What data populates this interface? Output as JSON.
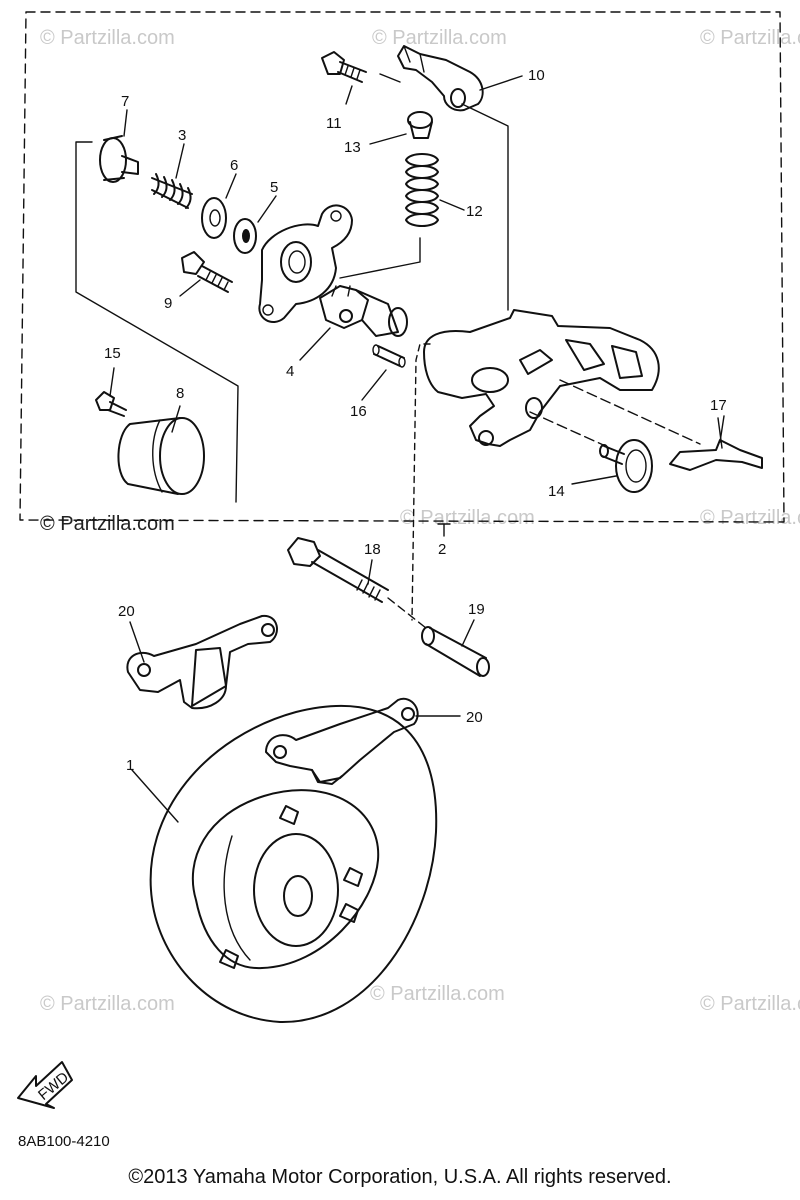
{
  "callouts": {
    "c1": "1",
    "c2": "2",
    "c3": "3",
    "c4": "4",
    "c5": "5",
    "c6": "6",
    "c7": "7",
    "c8": "8",
    "c9": "9",
    "c10": "10",
    "c11": "11",
    "c12": "12",
    "c13": "13",
    "c14": "14",
    "c15": "15",
    "c16": "16",
    "c17": "17",
    "c18": "18",
    "c19": "19",
    "c20a": "20",
    "c20b": "20"
  },
  "direction_label": "FWD",
  "diagram_code": "8AB100-4210",
  "watermark": "© Partzilla.com",
  "copyright": "©2013  Yamaha Motor Corporation, U.S.A. All rights reserved.",
  "icons": [
    "fwd-arrow-icon"
  ]
}
